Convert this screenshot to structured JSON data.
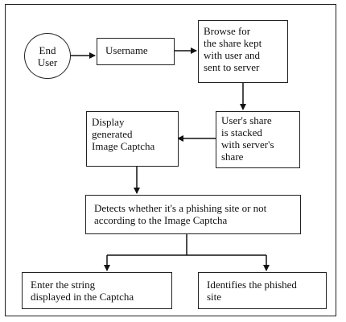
{
  "nodes": {
    "end_user": "End\nUser",
    "username": "Username",
    "browse": "Browse for\nthe share kept\nwith user and\nsent to server",
    "stacked": "User's share\nis stacked\nwith server's\nshare",
    "display": "Display\ngenerated\nImage Captcha",
    "detects": "Detects whether it's a phishing site or not\naccording to the Image Captcha",
    "enter": "Enter the string\ndisplayed in the Captcha",
    "identifies": "Identifies the phished\nsite"
  }
}
